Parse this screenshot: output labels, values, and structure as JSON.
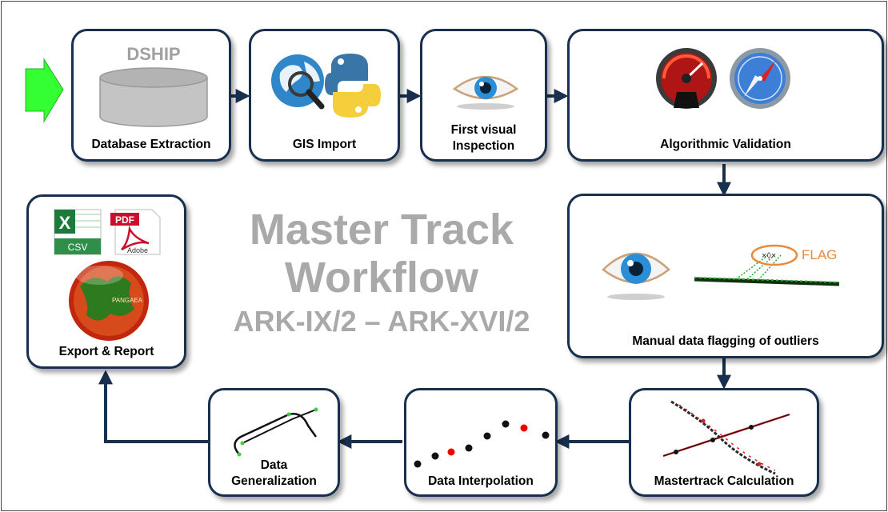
{
  "diagram": {
    "title_line1": "Master Track",
    "title_line2": "Workflow",
    "subtitle": "ARK-IX/2 – ARK-XVI/2",
    "colors": {
      "box_border": "#18304d",
      "arrow": "#18304d",
      "entry_arrow": "#33ff33",
      "title": "#a9a9a9"
    },
    "steps": {
      "database_extraction": {
        "label": "Database Extraction",
        "icon_text": "DSHIP",
        "icon": "database-cylinder-icon"
      },
      "gis_import": {
        "label": "GIS Import",
        "icon": "globe-magnifier-icon"
      },
      "first_visual_inspection": {
        "label_line1": "First visual",
        "label_line2": "Inspection",
        "icon": "eye-icon"
      },
      "algorithmic_validation": {
        "label": "Algorithmic Validation",
        "icon": "speedometer-compass-icon"
      },
      "manual_flagging": {
        "label": "Manual data flagging of outliers",
        "flag_text": "FLAG",
        "icon": "eye-icon"
      },
      "mastertrack_calculation": {
        "label": "Mastertrack Calculation",
        "icon": "track-lines-icon"
      },
      "data_interpolation": {
        "label": "Data Interpolation",
        "icon": "scatter-points-icon"
      },
      "data_generalization": {
        "label_line1": "Data",
        "label_line2": "Generalization",
        "icon": "generalized-line-icon"
      },
      "export_report": {
        "label": "Export & Report",
        "csv_text": "CSV",
        "excel_letter": "X",
        "pdf_text": "PDF",
        "adobe_text": "Adobe",
        "pangaea_text": "PANGAEA",
        "icon": "export-files-icon"
      }
    }
  }
}
